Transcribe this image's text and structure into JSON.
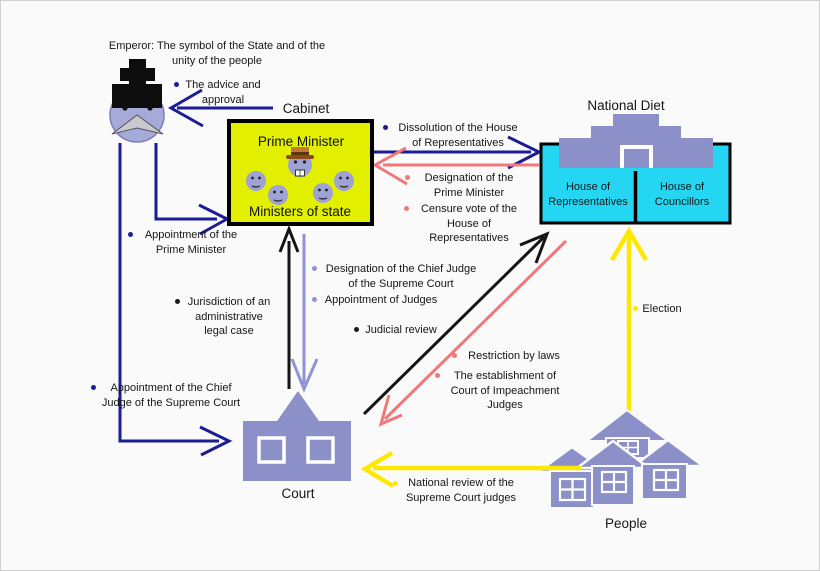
{
  "palette": {
    "navy": "#1c1c94",
    "pink": "#f07878",
    "black": "#1a1a1a",
    "yellow": "#ffe800",
    "periwinkle_arrow": "#8f93d4",
    "building": "#8b90c9",
    "face": "#9fa2d4",
    "cabinet_fill": "#e2f000",
    "diet_fill": "#25d6f2"
  },
  "figures": {
    "emperor": "emperor-with-crown-figure",
    "cabinet": "prime-minister-and-ministers-faces",
    "diet": "parliament-building",
    "court": "courthouse-building",
    "people": "houses-cluster"
  },
  "nodes": {
    "emperor": {
      "caption": "Emperor: The symbol of the State and of the\nunity of the people"
    },
    "cabinet": {
      "title": "Cabinet",
      "top_label": "Prime Minister",
      "bottom_label": "Ministers of state"
    },
    "diet": {
      "title": "National Diet",
      "left_chamber": "House of\nRepresentatives",
      "right_chamber": "House of\nCouncillors"
    },
    "court": {
      "title": "Court"
    },
    "people": {
      "title": "People"
    }
  },
  "edges": {
    "advice": {
      "label": "The advice and\napproval",
      "color": "navy",
      "from": "Cabinet",
      "to": "Emperor"
    },
    "dissolution": {
      "label": "Dissolution of the House\nof Representatives",
      "color": "navy",
      "from": "Cabinet",
      "to": "National Diet"
    },
    "designation_pm": {
      "label": "Designation of the\nPrime Minister",
      "color": "pink",
      "from": "National Diet",
      "to": "Cabinet"
    },
    "censure_vote": {
      "label": "Censure vote of the\nHouse of\nRepresentatives",
      "color": "pink",
      "from": "National Diet",
      "to": "Cabinet"
    },
    "appointment_pm": {
      "label": "Appointment of the\nPrime Minister",
      "color": "navy",
      "from": "Emperor",
      "to": "Cabinet"
    },
    "jurisdiction": {
      "label": "Jurisdiction of an\nadministrative\nlegal case",
      "color": "black",
      "from": "Court",
      "to": "Cabinet"
    },
    "designation_chief_judge": {
      "label": "Designation of the Chief Judge\nof the Supreme Court",
      "color": "periwinkle_arrow",
      "from": "Cabinet",
      "to": "Court"
    },
    "appointment_judges": {
      "label": "Appointment of Judges",
      "color": "periwinkle_arrow",
      "from": "Cabinet",
      "to": "Court"
    },
    "judicial_review": {
      "label": "Judicial review",
      "color": "black",
      "from": "Court",
      "to": "National Diet"
    },
    "restriction_by_laws": {
      "label": "Restriction by laws",
      "color": "pink",
      "from": "National Diet",
      "to": "Court"
    },
    "establishment_impeachment": {
      "label": "The establishment of\nCourt of Impeachment\nJudges",
      "color": "pink",
      "from": "National Diet",
      "to": "Court"
    },
    "appointment_chief_judge": {
      "label": "Appointment of the Chief\nJudge of the Supreme Court",
      "color": "navy",
      "from": "Emperor",
      "to": "Court"
    },
    "election": {
      "label": "Election",
      "color": "yellow",
      "from": "People",
      "to": "National Diet"
    },
    "national_review": {
      "label": "National review of the\nSupreme Court judges",
      "color": "yellow",
      "from": "People",
      "to": "Court"
    }
  }
}
